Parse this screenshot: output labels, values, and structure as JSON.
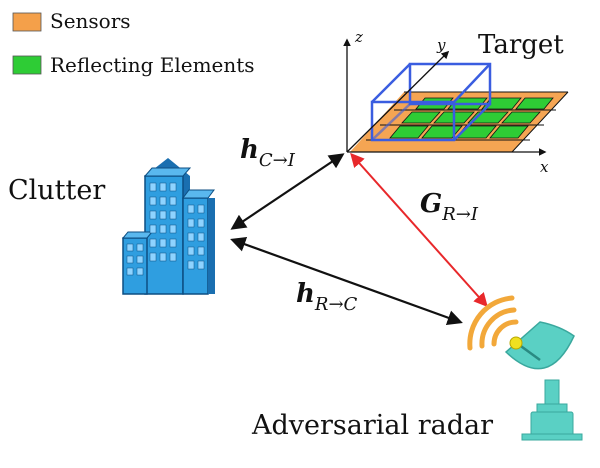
{
  "legend": {
    "items": [
      {
        "label": "Sensors",
        "color": "#f4a04a"
      },
      {
        "label": "Reflecting Elements",
        "color": "#2ecc35"
      }
    ]
  },
  "labels": {
    "target": "Target",
    "clutter": "Clutter",
    "radar": "Adversarial radar"
  },
  "axes": {
    "x": "x",
    "y": "y",
    "z": "z"
  },
  "channels": {
    "clutter_to_irs": {
      "symbol": "h",
      "subscript": "C→I",
      "color": "#111111"
    },
    "radar_to_irs": {
      "symbol": "G",
      "subscript": "R→I",
      "color": "#e8282b"
    },
    "radar_to_clutter": {
      "symbol": "h",
      "subscript": "R→C",
      "color": "#111111"
    }
  },
  "colors": {
    "building": "#2f9ee0",
    "building_dark": "#1a6fb0",
    "window": "#8ed3ff",
    "target_box": "#3a5de0",
    "radar_dish": "#5ad0c4",
    "radar_wave": "#f2a83a",
    "radar_tip": "#f0e020"
  }
}
